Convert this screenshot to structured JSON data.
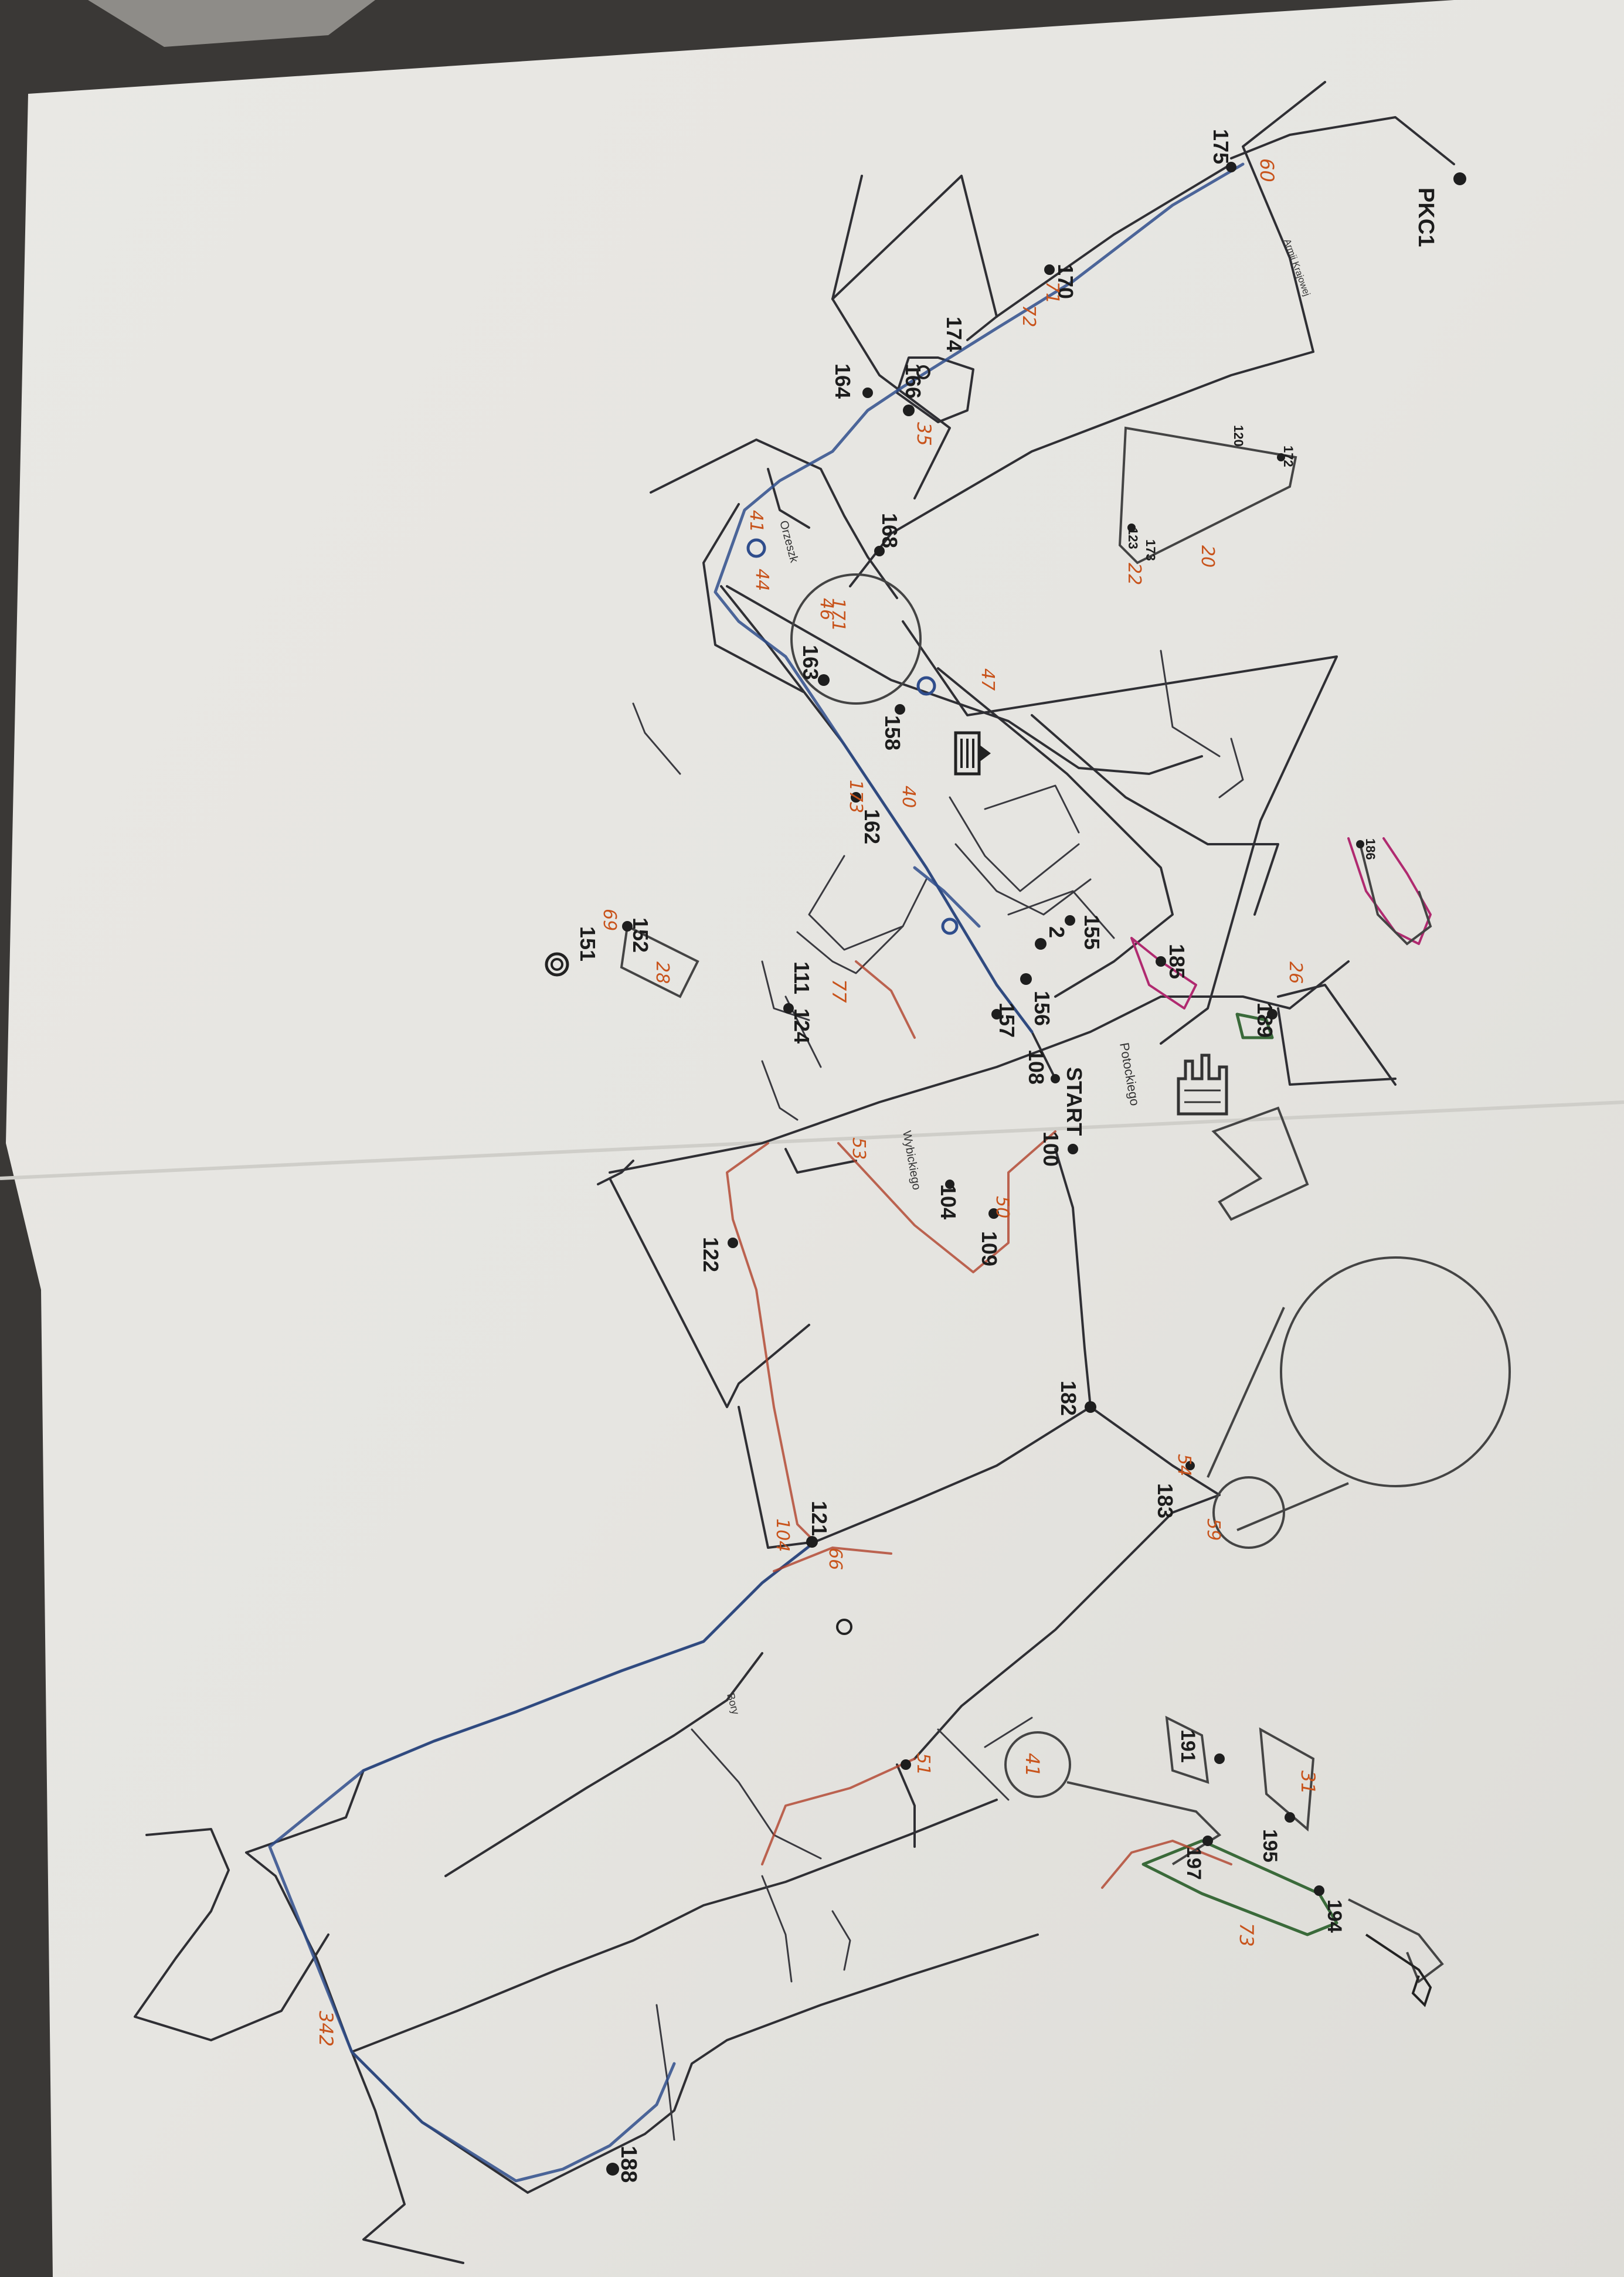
{
  "map": {
    "checkpoints": [
      {
        "id": "PKC1"
      },
      {
        "id": "175"
      },
      {
        "id": "170"
      },
      {
        "id": "174"
      },
      {
        "id": "164"
      },
      {
        "id": "166"
      },
      {
        "id": "168"
      },
      {
        "id": "163"
      },
      {
        "id": "158"
      },
      {
        "id": "162"
      },
      {
        "id": "151"
      },
      {
        "id": "152"
      },
      {
        "id": "111"
      },
      {
        "id": "124"
      },
      {
        "id": "156"
      },
      {
        "id": "2"
      },
      {
        "id": "155"
      },
      {
        "id": "157"
      },
      {
        "id": "185"
      },
      {
        "id": "189"
      },
      {
        "id": "108"
      },
      {
        "id": "START"
      },
      {
        "id": "100"
      },
      {
        "id": "104"
      },
      {
        "id": "109"
      },
      {
        "id": "122"
      },
      {
        "id": "182"
      },
      {
        "id": "183"
      },
      {
        "id": "121"
      },
      {
        "id": "191"
      },
      {
        "id": "195"
      },
      {
        "id": "197"
      },
      {
        "id": "194"
      },
      {
        "id": "188"
      },
      {
        "id": "120"
      },
      {
        "id": "172"
      },
      {
        "id": "173"
      },
      {
        "id": "123"
      },
      {
        "id": "186"
      }
    ],
    "streets": [
      {
        "name": "Potockiego"
      },
      {
        "name": "Wybickiego"
      },
      {
        "name": "Orzeszk"
      },
      {
        "name": "Armii Krajowej"
      },
      {
        "name": "Bory"
      }
    ],
    "notes": [
      {
        "text": "60"
      },
      {
        "text": "71"
      },
      {
        "text": "72"
      },
      {
        "text": "35"
      },
      {
        "text": "41"
      },
      {
        "text": "44"
      },
      {
        "text": "46"
      },
      {
        "text": "171"
      },
      {
        "text": "40"
      },
      {
        "text": "173"
      },
      {
        "text": "47"
      },
      {
        "text": "77"
      },
      {
        "text": "69"
      },
      {
        "text": "28"
      },
      {
        "text": "20"
      },
      {
        "text": "22"
      },
      {
        "text": "26"
      },
      {
        "text": "53"
      },
      {
        "text": "50"
      },
      {
        "text": "66"
      },
      {
        "text": "104"
      },
      {
        "text": "51"
      },
      {
        "text": "31"
      },
      {
        "text": "73"
      },
      {
        "text": "54"
      },
      {
        "text": "342"
      },
      {
        "text": "59"
      },
      {
        "text": "41"
      }
    ],
    "colors": {
      "paper": "#e8e7e3",
      "road": "#2f2f34",
      "route_blue": "#2f4d8c",
      "route_red": "#b0412a",
      "annotation": "#c8531b",
      "background": "#3a3836"
    },
    "icons": [
      "church-icon",
      "castle-icon"
    ]
  }
}
